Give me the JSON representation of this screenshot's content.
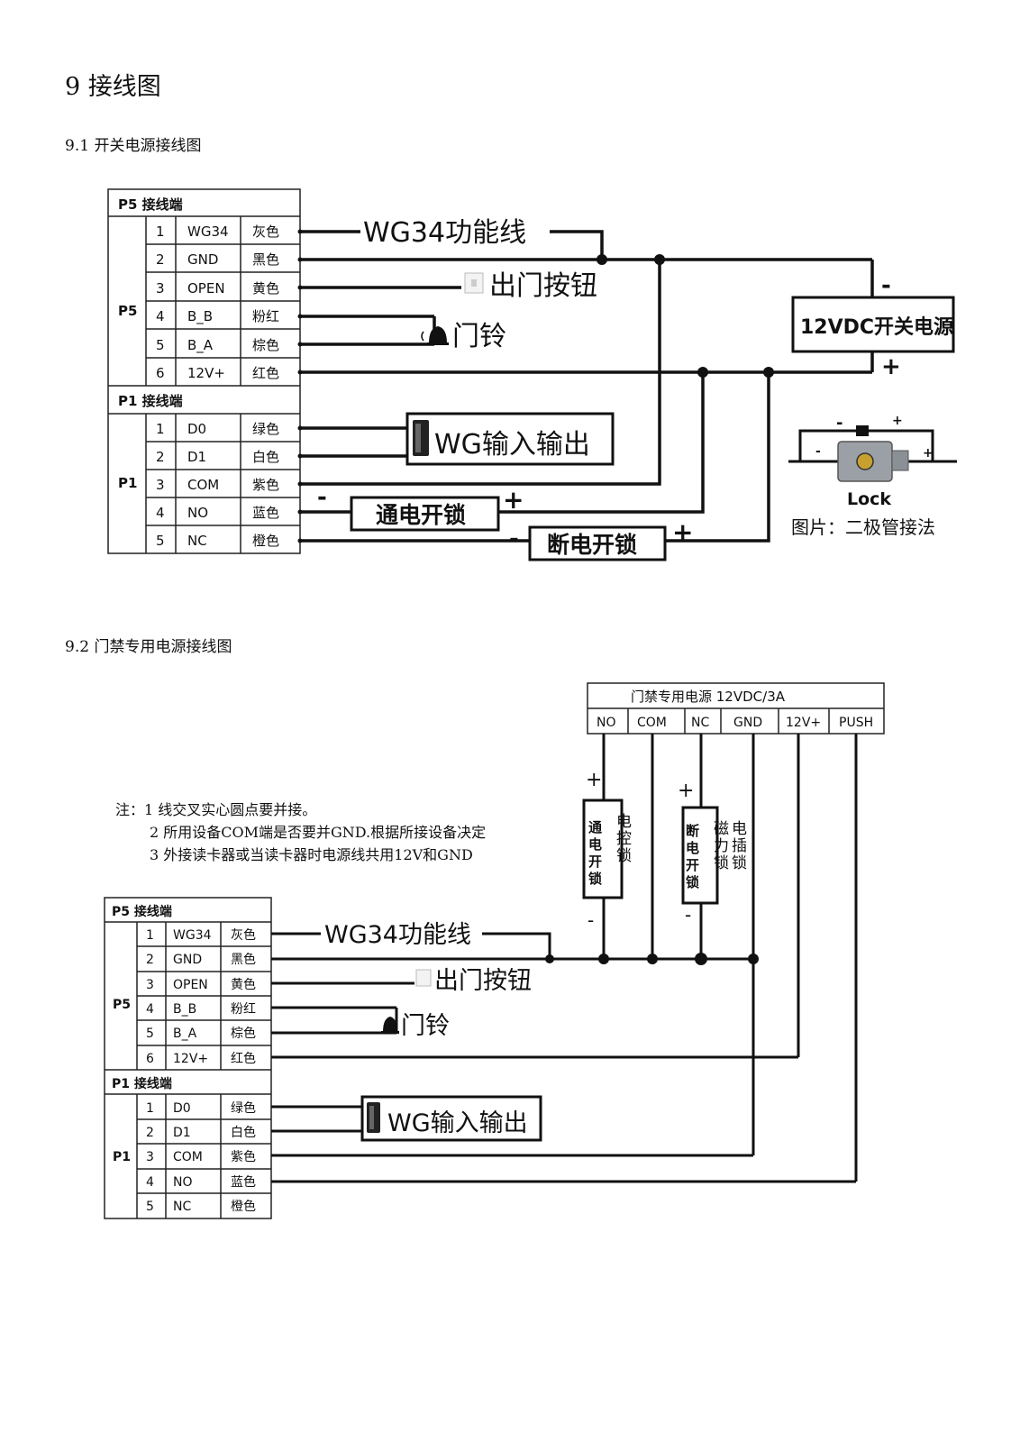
{
  "title": "9   接线图",
  "section1": {
    "heading": "9.1 开关电源接线图",
    "p5_header": "P5 接线端",
    "p5_group": "P5",
    "p5_rows": [
      {
        "no": "1",
        "sig": "WG34",
        "color": "灰色"
      },
      {
        "no": "2",
        "sig": "GND",
        "color": "黑色"
      },
      {
        "no": "3",
        "sig": "OPEN",
        "color": "黄色"
      },
      {
        "no": "4",
        "sig": "B_B",
        "color": "粉红"
      },
      {
        "no": "5",
        "sig": "B_A",
        "color": "棕色"
      },
      {
        "no": "6",
        "sig": "12V+",
        "color": "红色"
      }
    ],
    "p1_header": "P1 接线端",
    "p1_group": "P1",
    "p1_rows": [
      {
        "no": "1",
        "sig": "D0",
        "color": "绿色"
      },
      {
        "no": "2",
        "sig": "D1",
        "color": "白色"
      },
      {
        "no": "3",
        "sig": "COM",
        "color": "紫色"
      },
      {
        "no": "4",
        "sig": "NO",
        "color": "蓝色"
      },
      {
        "no": "5",
        "sig": "NC",
        "color": "橙色"
      }
    ],
    "wg34_label": "WG34功能线",
    "exit_button_label": "出门按钮",
    "doorbell_label": "门铃",
    "wg_io_label": "WG输入输出",
    "psu_label": "12VDC开关电源",
    "minus": "-",
    "plus": "+",
    "lock_no_label": "通电开锁",
    "lock_nc_label": "断电开锁",
    "lock_caption": "Lock",
    "diode_caption": "图片：二极管接法"
  },
  "section2": {
    "heading": "9.2 门禁专用电源接线图",
    "psu_title": "门禁专用电源 12VDC/3A",
    "psu_terminals": [
      "NO",
      "COM",
      "NC",
      "GND",
      "12V+",
      "PUSH"
    ],
    "notes": [
      "注：1 线交叉实心圆点要并接。",
      "2 所用设备COM端是否要并GND.根据所接设备决定",
      "3 外接读卡器或当读卡器时电源线共用12V和GND"
    ],
    "lock_no_box": "通电开锁",
    "lock_no_side": "电控锁",
    "lock_nc_box": "断电开锁",
    "lock_nc_side": "磁力锁",
    "lock_nc_side2": "电插锁",
    "plus": "+",
    "minus": "-",
    "p5_header": "P5 接线端",
    "p5_group": "P5",
    "p1_header": "P1 接线端",
    "p1_group": "P1",
    "wg34_label": "WG34功能线",
    "exit_button_label": "出门按钮",
    "doorbell_label": "门铃",
    "wg_io_label": "WG输入输出"
  }
}
